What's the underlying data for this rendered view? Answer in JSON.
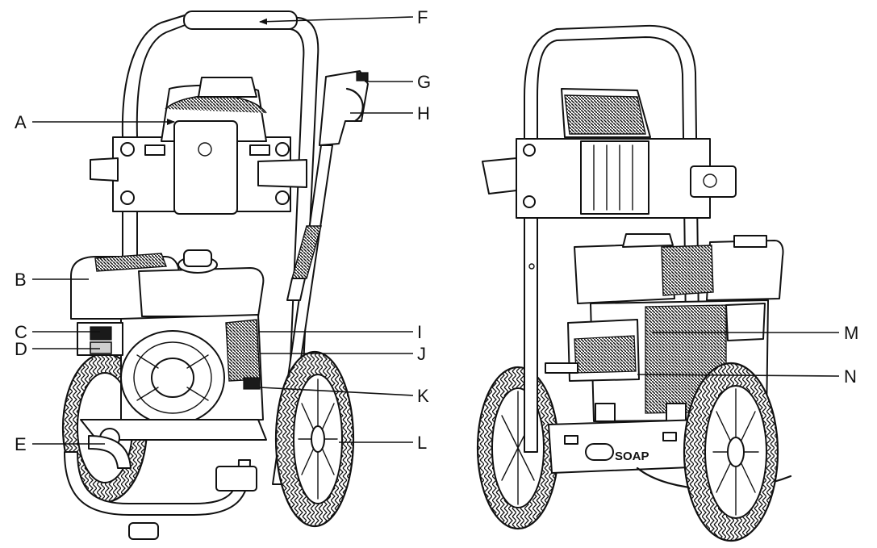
{
  "labels": {
    "A": "A",
    "B": "B",
    "C": "C",
    "D": "D",
    "E": "E",
    "F": "F",
    "G": "G",
    "H": "H",
    "I": "I",
    "J": "J",
    "K": "K",
    "L": "L",
    "M": "M",
    "N": "N"
  },
  "decal_text": "SOAP"
}
